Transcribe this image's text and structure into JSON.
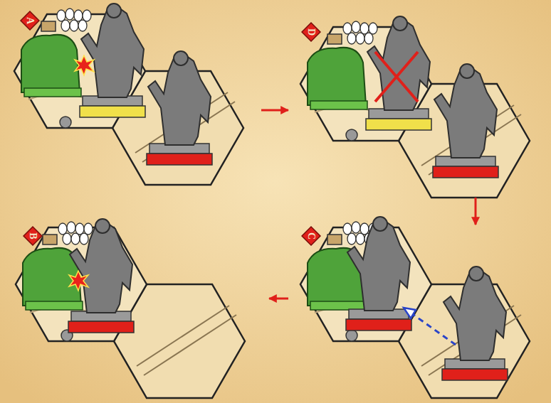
{
  "diagram": {
    "nodes": [
      {
        "text": [
          "A"
        ]
      },
      {
        "text": [
          "D"
        ]
      },
      {
        "text": [
          "B"
        ]
      },
      {
        "text": [
          "C"
        ]
      }
    ],
    "edges": [
      {
        "from": 0,
        "to": 1,
        "arrow": "to"
      },
      {
        "from": 1,
        "to": 3,
        "arrow": "to"
      },
      {
        "from": 3,
        "to": 2,
        "arrow": "to"
      }
    ]
  }
}
